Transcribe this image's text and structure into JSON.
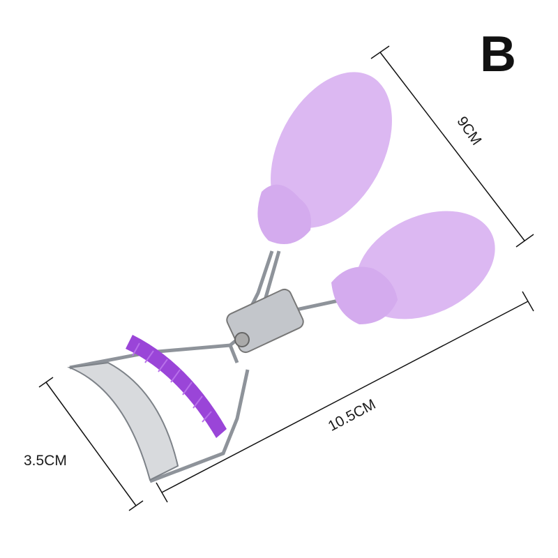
{
  "variant_label": "B",
  "dimensions": {
    "handle_length": "9CM",
    "total_length": "10.5CM",
    "pad_width": "3.5CM"
  },
  "colors": {
    "handle": "#dcb8f2",
    "comb": "#9a45d8",
    "metal": "#c9ccd1"
  }
}
